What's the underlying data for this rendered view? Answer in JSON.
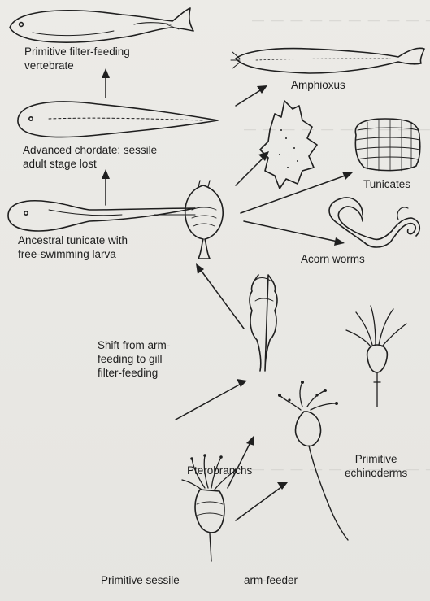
{
  "figure": {
    "labels": {
      "filter_vertebrate": [
        "Primitive filter-feeding",
        "vertebrate"
      ],
      "amphioxus": "Amphioxus",
      "advanced_chordate": [
        "Advanced chordate; sessile",
        "adult stage lost"
      ],
      "tunicates": "Tunicates",
      "ancestral_tunicate": [
        "Ancestral tunicate with",
        "free-swimming larva"
      ],
      "acorn_worms": "Acorn worms",
      "shift": [
        "Shift from arm-",
        "feeding to gill",
        "filter-feeding"
      ],
      "pterobranchs": "Pterobranchs",
      "echinoderms": [
        "Primitive",
        "echinoderms"
      ],
      "sessile_left": "Primitive sessile",
      "sessile_right": "arm-feeder"
    }
  }
}
